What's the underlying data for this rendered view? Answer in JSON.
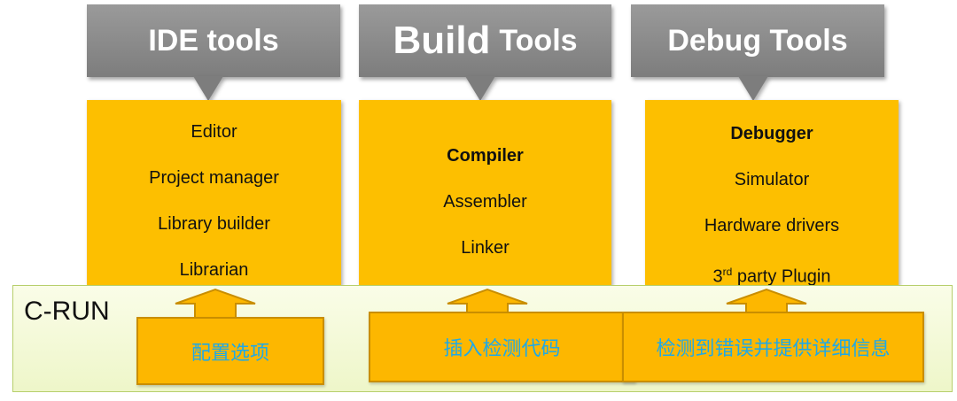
{
  "colors": {
    "callout": "#8a8a8a",
    "box": "#fdbf00",
    "crun_band": "#f4f9d8",
    "action_text": "#1fa9e6"
  },
  "callouts": {
    "ide": {
      "label": "IDE tools"
    },
    "build": {
      "big": "Build",
      "small": "Tools"
    },
    "debug": {
      "label": "Debug Tools"
    }
  },
  "ide_box": {
    "items": [
      "Editor",
      "Project manager",
      "Library builder",
      "Librarian"
    ]
  },
  "build_box": {
    "compiler": "Compiler",
    "assembler": "Assembler",
    "linker": "Linker"
  },
  "debug_box": {
    "debugger": "Debugger",
    "simulator": "Simulator",
    "hardware": "Hardware drivers",
    "plugin_num": "3",
    "plugin_sup": "rd",
    "plugin_rest": " party Plugin"
  },
  "crun": {
    "label": "C-RUN"
  },
  "actions": {
    "config": "配置选项",
    "insert": "插入检测代码",
    "detect": "检测到错误并提供详细信息"
  }
}
